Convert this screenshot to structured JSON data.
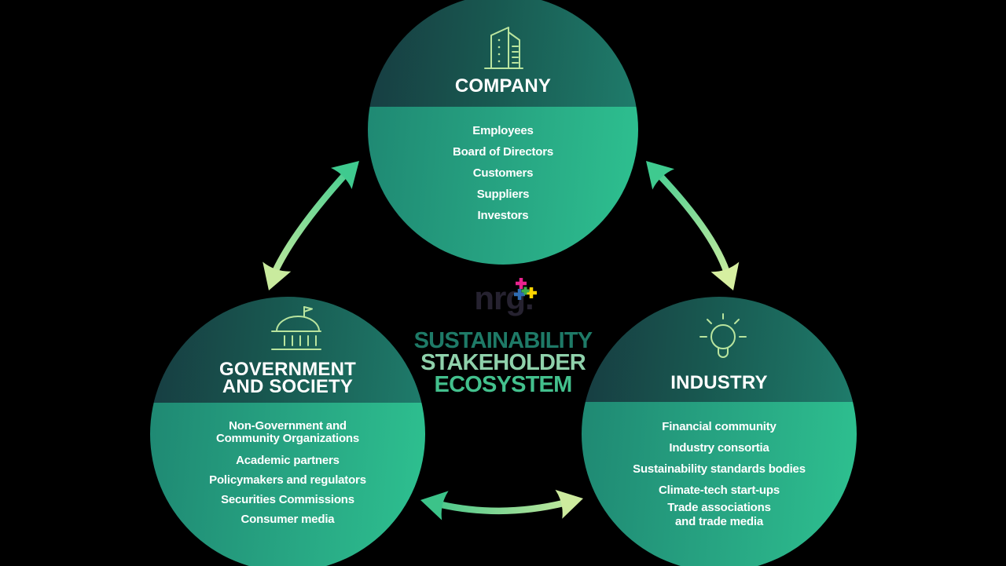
{
  "background": "#000000",
  "logo": {
    "brand": "nrg.",
    "plus_colors": {
      "pink": "#e8238e",
      "yellow": "#ffd400",
      "blue": "#2f6cb3",
      "green": "#3cae49"
    }
  },
  "headline": {
    "lines": [
      "SUSTAINABILITY",
      "STAKEHOLDER",
      "ECOSYSTEM"
    ],
    "colors": [
      "#1e7a67",
      "#8fd1ab",
      "#43c08d"
    ]
  },
  "circles": {
    "company": {
      "title": "COMPANY",
      "icon": "building-icon",
      "items": [
        "Employees",
        "Board of Directors",
        "Customers",
        "Suppliers",
        "Investors"
      ]
    },
    "government": {
      "title": "GOVERNMENT\nAND SOCIETY",
      "icon": "capitol-icon",
      "items": [
        "Non-Government and\nCommunity Organizations",
        "Academic partners",
        "Policymakers and regulators",
        "Securities Commissions",
        "Consumer media"
      ]
    },
    "industry": {
      "title": "INDUSTRY",
      "icon": "lightbulb-icon",
      "items": [
        "Financial community",
        "Industry consortia",
        "Sustainability standards bodies",
        "Climate-tech start-ups",
        "Trade associations\nand trade media"
      ]
    }
  },
  "theme": {
    "circle_top_gradient": [
      "#173c41",
      "#1f7c6b"
    ],
    "circle_bottom_gradient": [
      "#1f8973",
      "#2ec190"
    ],
    "icon_stroke": "#b9e49e",
    "arrow_gradient": [
      "#3ecb90",
      "#cdeb9e"
    ],
    "text_color": "#ffffff"
  }
}
